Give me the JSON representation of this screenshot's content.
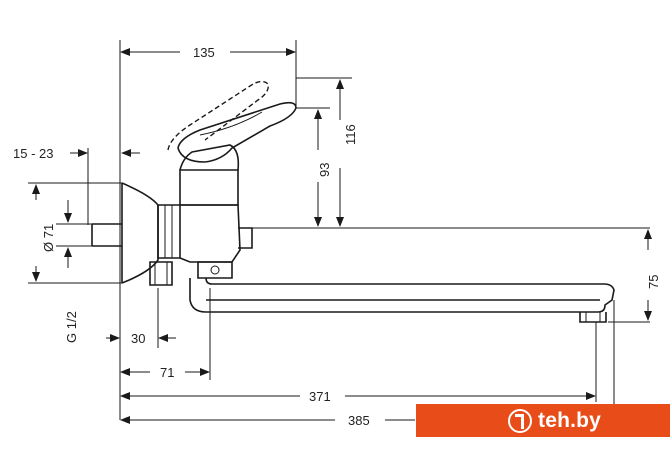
{
  "dimensions": {
    "width_top": "135",
    "height_116": "116",
    "height_93": "93",
    "wall_range": "15 - 23",
    "diameter": "Ø 71",
    "thread": "G 1/2",
    "height_75": "75",
    "offset_30": "30",
    "offset_71": "71",
    "reach_371": "371",
    "reach_385": "385"
  },
  "watermark": {
    "text": "teh.by",
    "color": "#e84c18"
  }
}
